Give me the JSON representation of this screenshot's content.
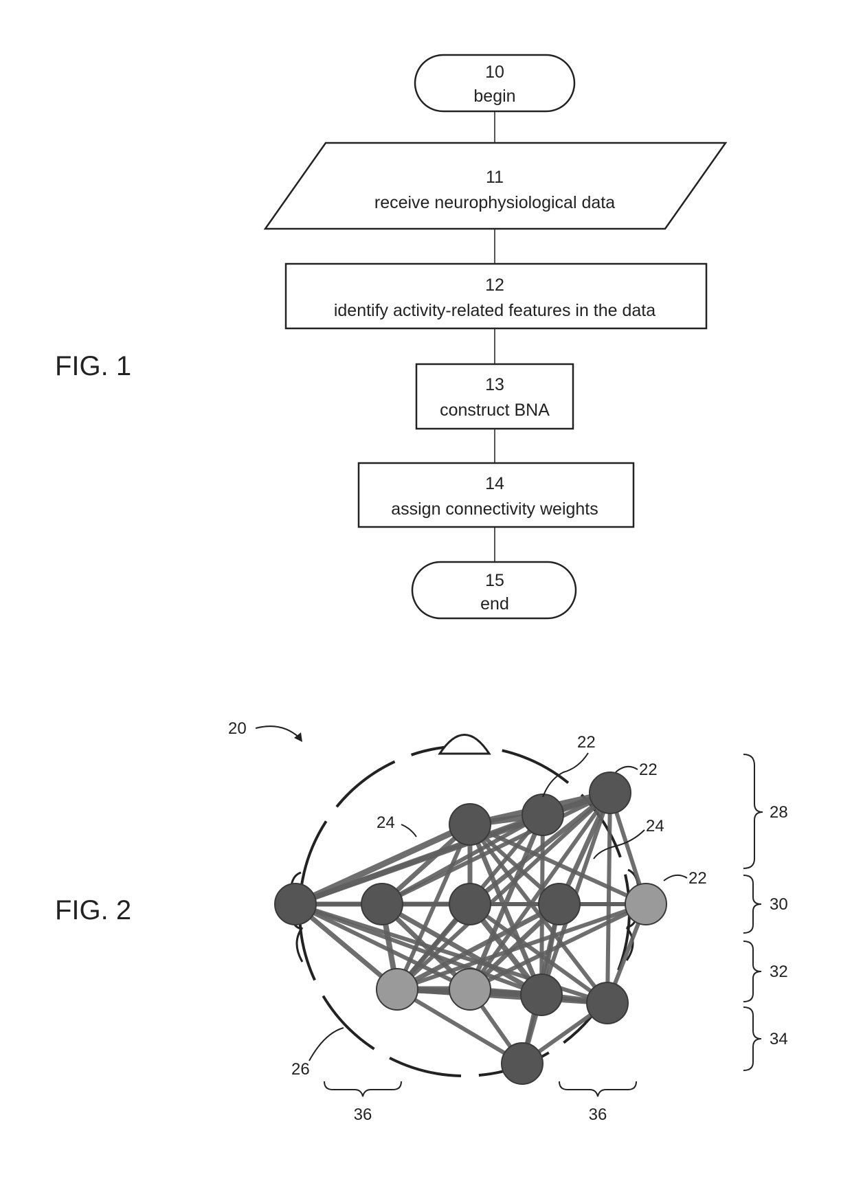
{
  "fig1": {
    "label": "FIG. 1",
    "steps": [
      {
        "num": "10",
        "text": "begin"
      },
      {
        "num": "11",
        "text": "receive neurophysiological data"
      },
      {
        "num": "12",
        "text": "identify activity-related features in the data"
      },
      {
        "num": "13",
        "text": "construct BNA"
      },
      {
        "num": "14",
        "text": "assign connectivity weights"
      },
      {
        "num": "15",
        "text": "end"
      }
    ]
  },
  "fig2": {
    "label": "FIG. 2",
    "refs": {
      "network": "20",
      "node_a": "22",
      "node_b": "22",
      "node_c": "22",
      "edge_a": "24",
      "edge_b": "24",
      "head": "26",
      "row_1": "28",
      "row_2": "30",
      "row_3": "32",
      "row_4": "34",
      "side_left": "36",
      "side_right": "36"
    },
    "colors": {
      "dark_node": "#555555",
      "light_node": "#9a9a9a",
      "edge": "#5f5f5f"
    }
  }
}
